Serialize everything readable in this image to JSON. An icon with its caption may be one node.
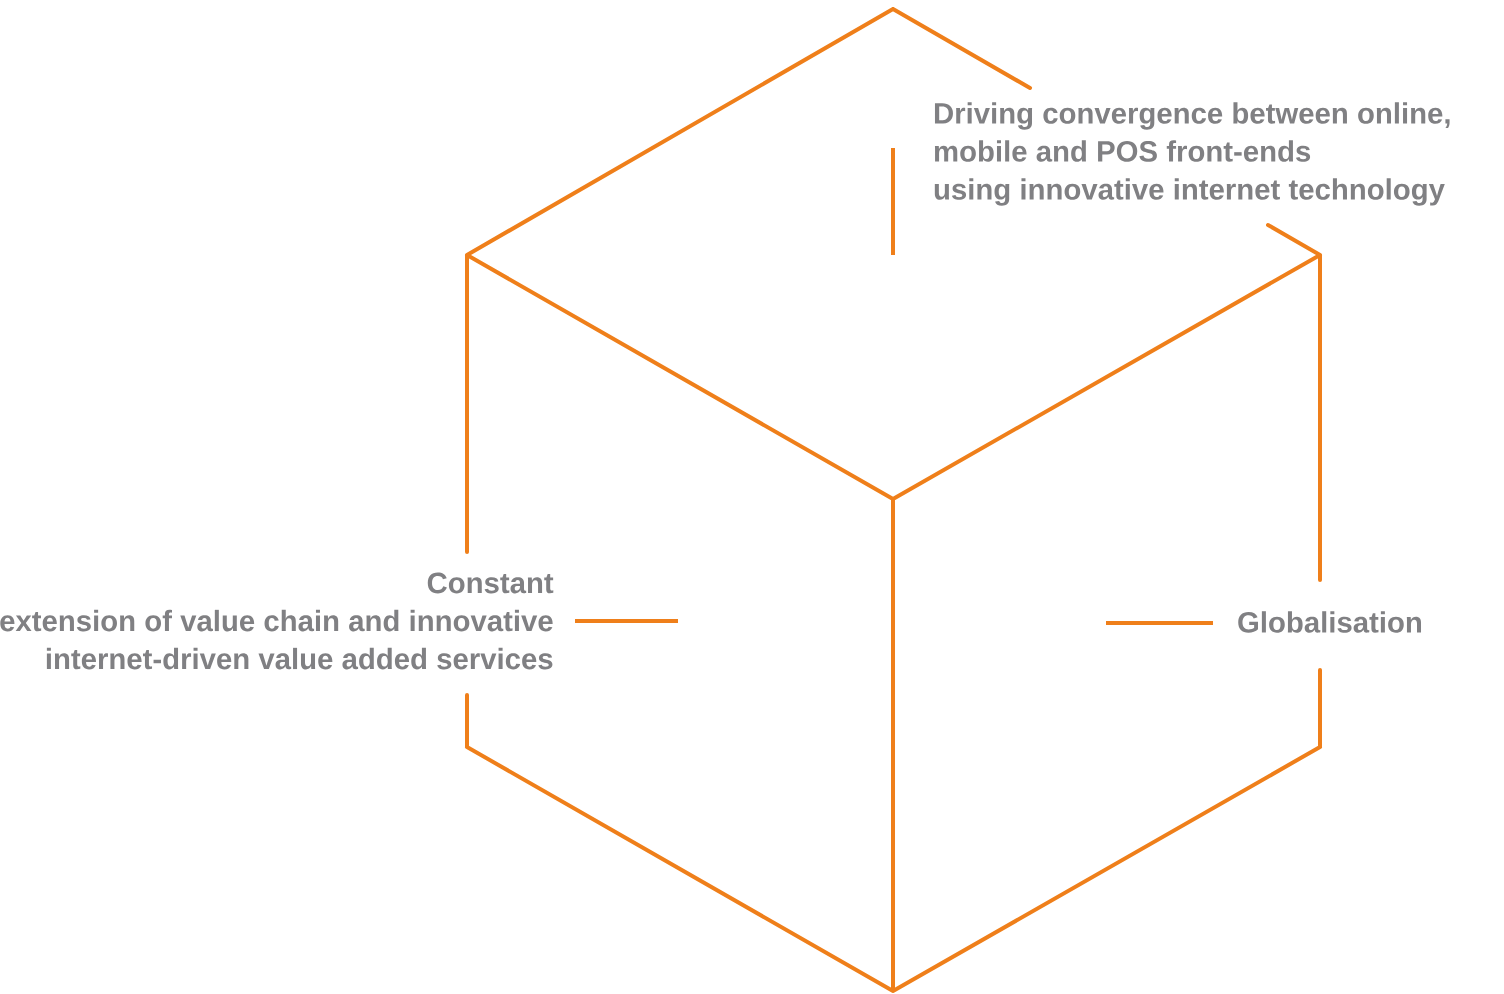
{
  "diagram": {
    "nodes": [
      {
        "text": [
          "Driving convergence between online, mobile and POS front-ends using innovative internet technology"
        ]
      },
      {
        "text": [
          "Constant extension of value chain and innovative internet-driven value added services"
        ]
      },
      {
        "text": [
          "Globalisation"
        ]
      }
    ],
    "edges": [
      {
        "from": 0,
        "to": null,
        "arrow": "none"
      },
      {
        "from": 1,
        "to": null,
        "arrow": "none"
      },
      {
        "from": 2,
        "to": null,
        "arrow": "none"
      }
    ]
  }
}
